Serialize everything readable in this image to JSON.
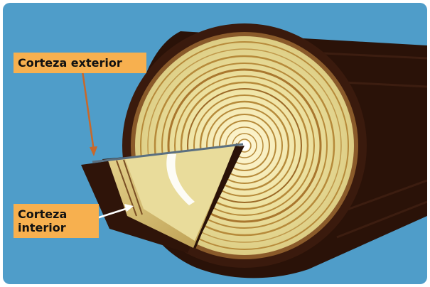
{
  "labels": {
    "outer_bark": "Corteza exterior",
    "inner_bark_line1": "Corteza",
    "inner_bark_line2": "interior"
  },
  "colors": {
    "background": "#4f9dc9",
    "label_bg": "#f7b04f",
    "outer_arrow": "#c8682a",
    "inner_arrow": "#ffffff",
    "bark": "#2a1208",
    "sapwood": "#f0e8a6",
    "ring": "#b68a3a",
    "pith": "#ffffff"
  }
}
